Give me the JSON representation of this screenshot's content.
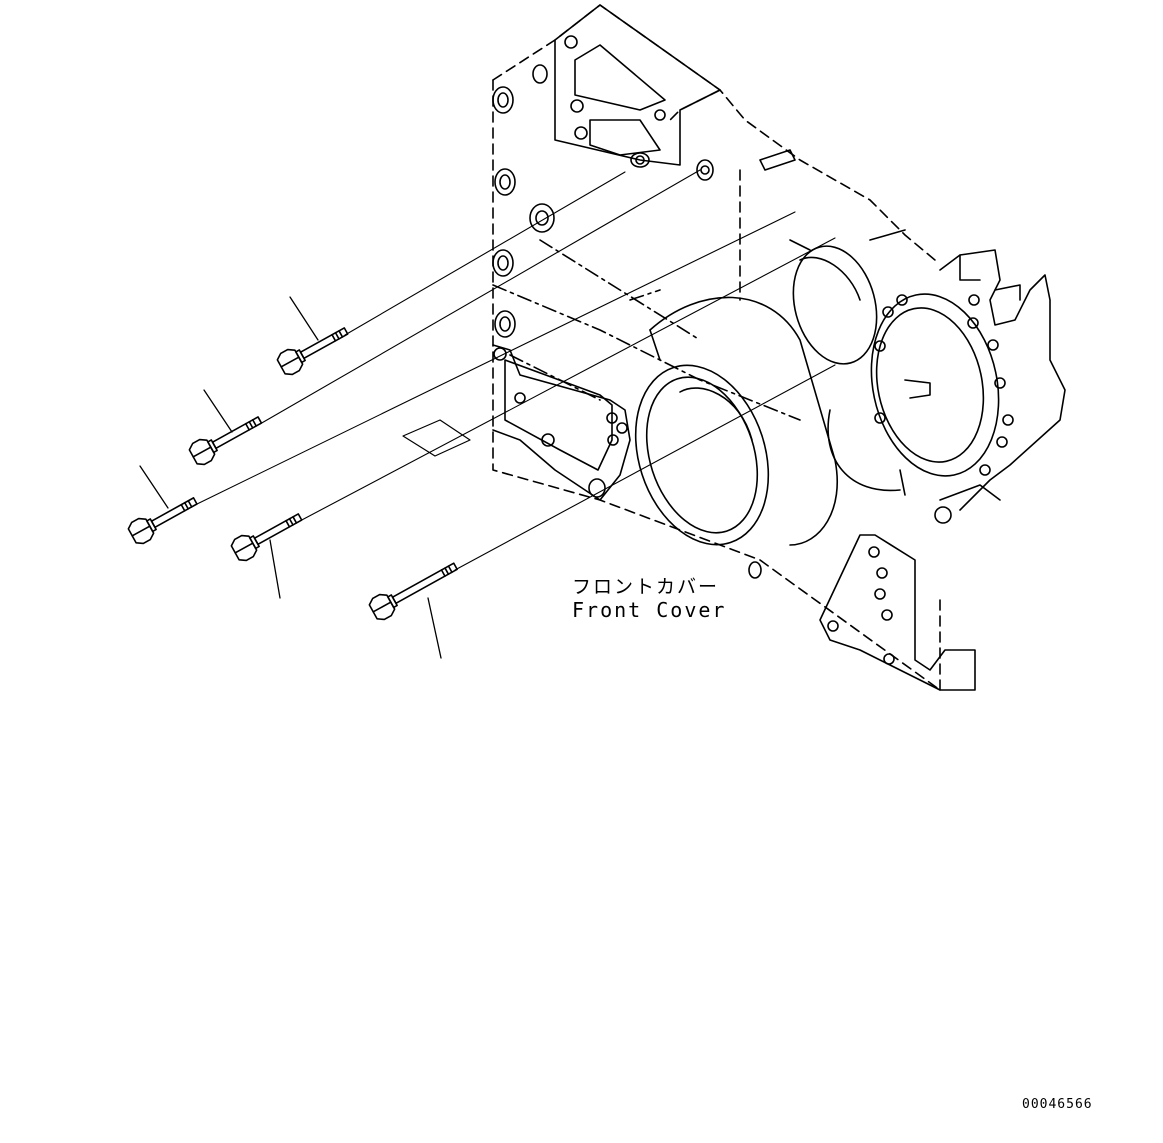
{
  "diagram": {
    "part_name_jp": "フロントカバー",
    "part_name_en": "Front Cover",
    "drawing_number": "00046566",
    "stroke_color": "#000000",
    "background_color": "#ffffff",
    "bolts": [
      {
        "id": "bolt-1"
      },
      {
        "id": "bolt-2"
      },
      {
        "id": "bolt-3"
      },
      {
        "id": "bolt-4"
      },
      {
        "id": "bolt-5"
      }
    ]
  }
}
